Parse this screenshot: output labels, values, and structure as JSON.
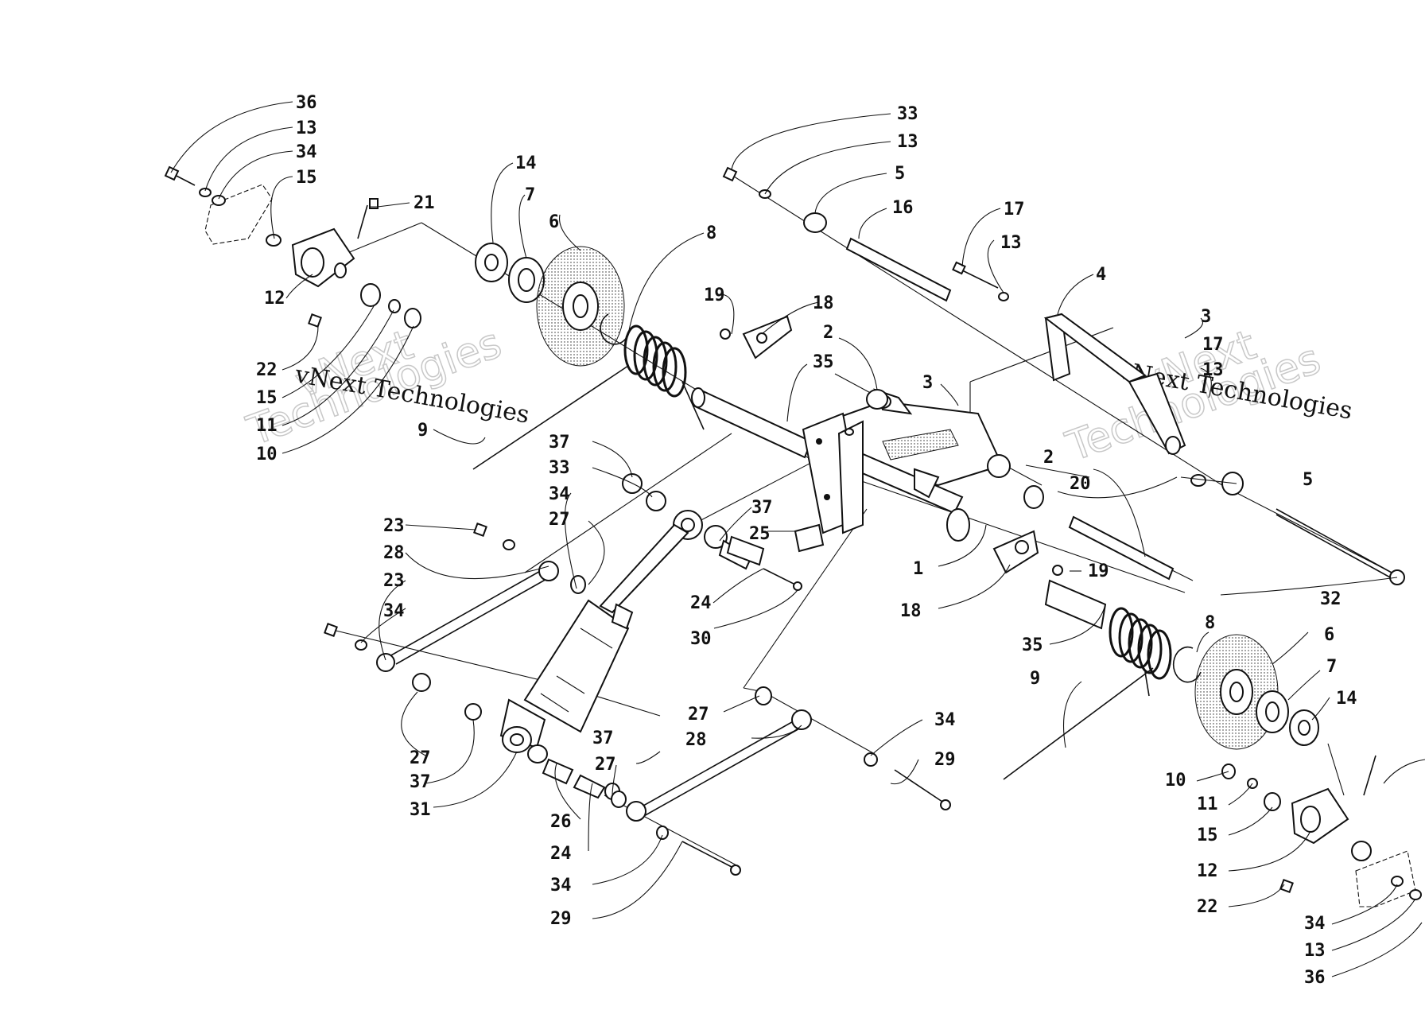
{
  "watermark": {
    "line1": "vNext Technologies",
    "outline_a": "vNext",
    "outline_b": "Technologies"
  },
  "callouts": [
    "36",
    "13",
    "34",
    "15",
    "21",
    "14",
    "7",
    "6",
    "8",
    "12",
    "22",
    "15",
    "11",
    "10",
    "9",
    "33",
    "13",
    "5",
    "16",
    "17",
    "13",
    "4",
    "19",
    "18",
    "2",
    "35",
    "3",
    "3",
    "17",
    "13",
    "5",
    "37",
    "33",
    "34",
    "27",
    "23",
    "28",
    "23",
    "34",
    "37",
    "25",
    "24",
    "30",
    "2",
    "20",
    "1",
    "19",
    "18",
    "32",
    "35",
    "8",
    "6",
    "7",
    "14",
    "9",
    "27",
    "28",
    "37",
    "27",
    "37",
    "31",
    "26",
    "27",
    "24",
    "34",
    "29",
    "34",
    "29",
    "10",
    "11",
    "15",
    "12",
    "22",
    "34",
    "13",
    "36"
  ]
}
